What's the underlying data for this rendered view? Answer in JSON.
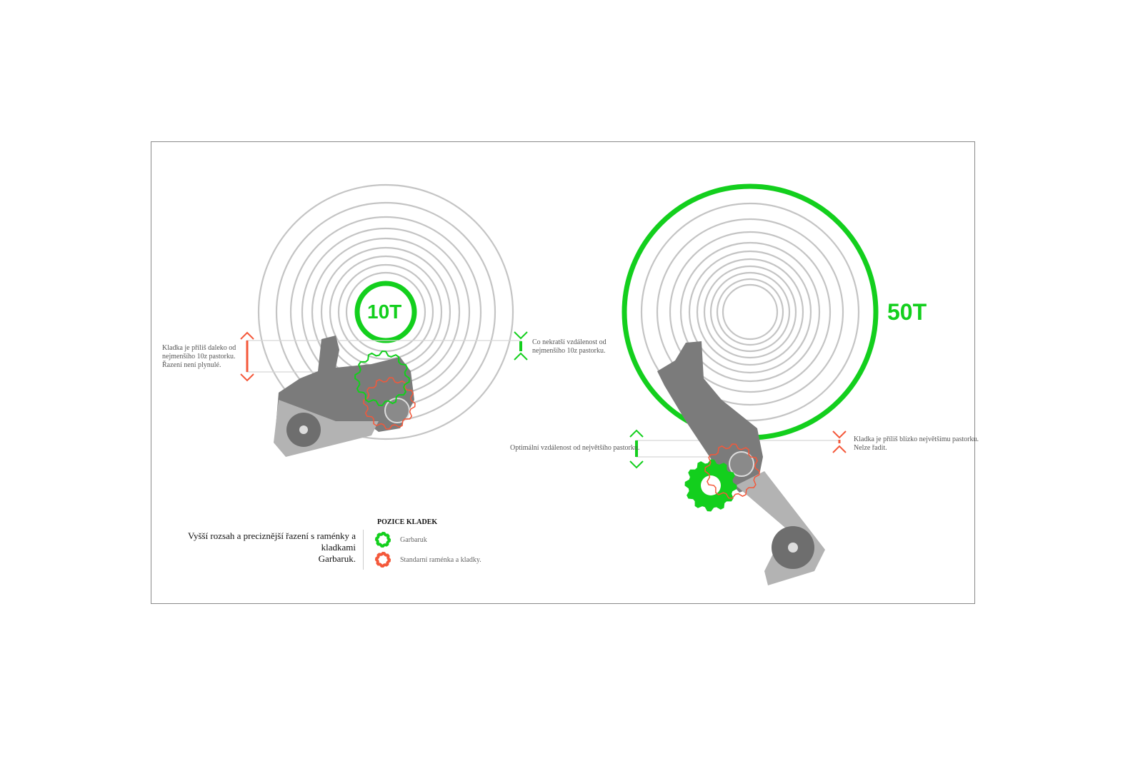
{
  "diagram": {
    "left": {
      "label": "10T",
      "note_left": [
        "Kladka je příliš daleko od",
        "nejmenšího 10z pastorku.",
        "Řazení není plynulé."
      ],
      "note_right": [
        "Co nekratší vzdálenost od",
        "nejmenšího 10z pastorku."
      ]
    },
    "right": {
      "label": "50T",
      "note_left": "Optimální vzdálenost od největšího pastorku.",
      "note_right": [
        "Kladka je příliš blízko největšímu pastorku.",
        "Nelze řadit."
      ]
    },
    "caption": [
      "Vyšší rozsah a preciznější řazení s raménky a kladkami",
      "Garbaruk."
    ],
    "legend": {
      "title": "POZICE KLADEK",
      "items": [
        {
          "label": "Garbaruk",
          "color": "#13cf1d",
          "icon": "gear-icon"
        },
        {
          "label": "Standarní raménka a kladky.",
          "color": "#f4583a",
          "icon": "gear-icon"
        }
      ]
    }
  },
  "colors": {
    "green": "#13cf1d",
    "orange": "#f4583a",
    "grey": "#7a7a7a",
    "ring": "#c4c4c4"
  }
}
